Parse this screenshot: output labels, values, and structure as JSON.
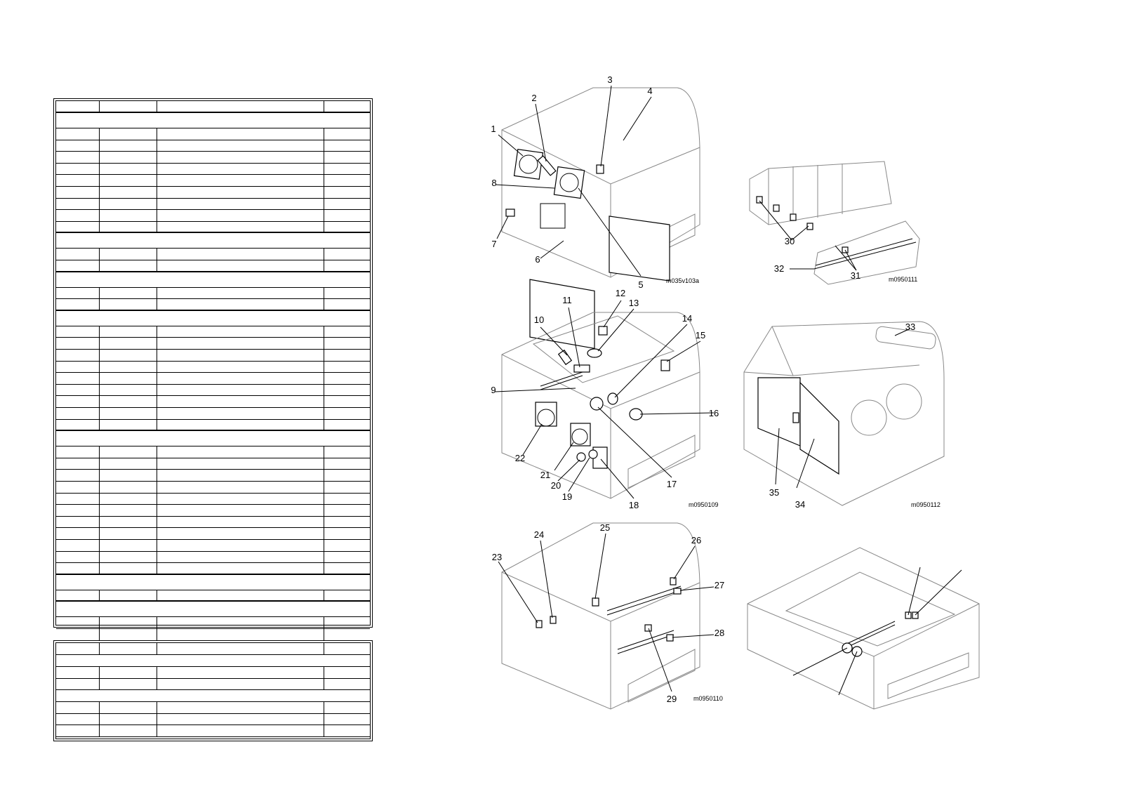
{
  "callouts": [
    "1",
    "2",
    "3",
    "4",
    "5",
    "6",
    "7",
    "8",
    "9",
    "10",
    "11",
    "12",
    "13",
    "14",
    "15",
    "16",
    "17",
    "18",
    "19",
    "20",
    "21",
    "22",
    "23",
    "24",
    "25",
    "26",
    "27",
    "28",
    "29",
    "30",
    "31",
    "32",
    "33",
    "34",
    "35"
  ],
  "figure_codes": {
    "fig_a": "m035v103a",
    "fig_b": "m0950111",
    "fig_c": "m0950109",
    "fig_d": "m0950112",
    "fig_e": "m0950110"
  }
}
